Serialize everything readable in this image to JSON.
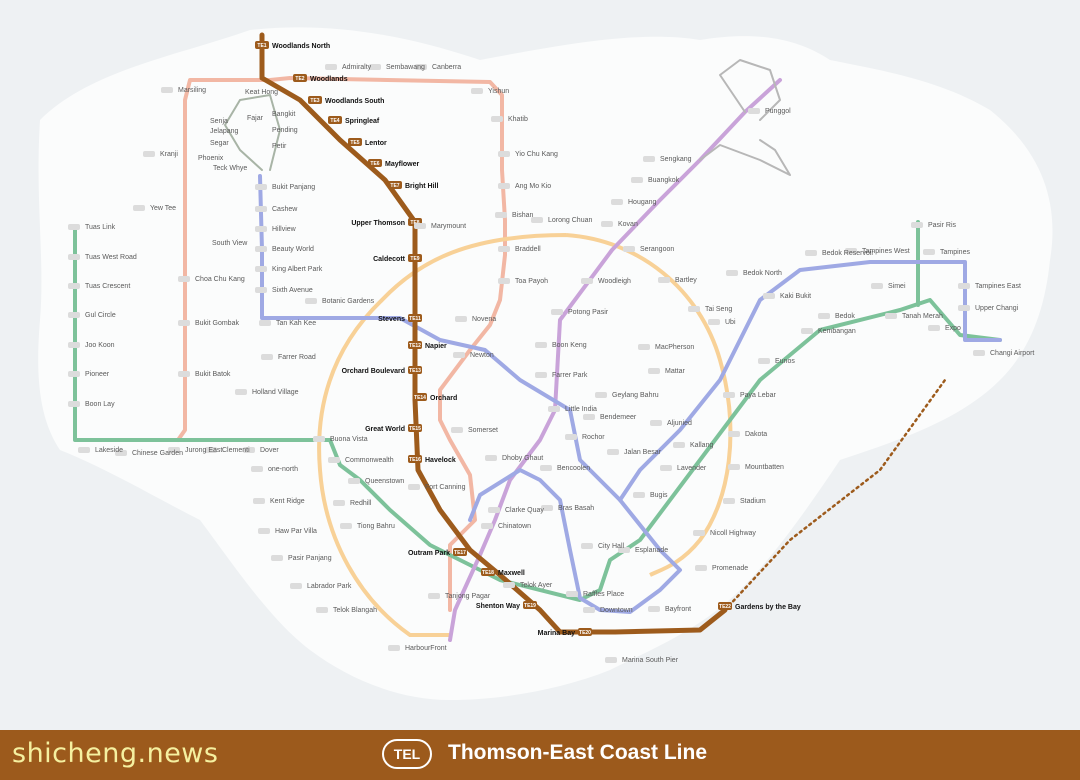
{
  "colors": {
    "tel": "#9d5b1c",
    "ew": "#7dc29a",
    "ns": "#f2b7a4",
    "ne": "#c9a3d9",
    "cc": "#f8d197",
    "dt": "#9fa9e4",
    "bp": "#a8b4a6",
    "sk_pg": "#b7b7b7",
    "land": "#fbfcfc",
    "sea": "#eef1f3"
  },
  "footer": {
    "watermark": "shicheng.news",
    "badge": "TEL",
    "line_name": "Thomson-East Coast Line"
  },
  "tel_stations": [
    {
      "code": "TE1",
      "name": "Woodlands North"
    },
    {
      "code": "TE2",
      "name": "Woodlands"
    },
    {
      "code": "TE3",
      "name": "Woodlands South"
    },
    {
      "code": "TE4",
      "name": "Springleaf"
    },
    {
      "code": "TE5",
      "name": "Lentor"
    },
    {
      "code": "TE6",
      "name": "Mayflower"
    },
    {
      "code": "TE7",
      "name": "Bright Hill"
    },
    {
      "code": "TE8",
      "name": "Upper Thomson"
    },
    {
      "code": "TE9",
      "name": "Caldecott"
    },
    {
      "code": "TE11",
      "name": "Stevens"
    },
    {
      "code": "TE12",
      "name": "Napier"
    },
    {
      "code": "TE13",
      "name": "Orchard Boulevard"
    },
    {
      "code": "TE14",
      "name": "Orchard"
    },
    {
      "code": "TE15",
      "name": "Great World"
    },
    {
      "code": "TE16",
      "name": "Havelock"
    },
    {
      "code": "TE17",
      "name": "Outram Park"
    },
    {
      "code": "TE18",
      "name": "Maxwell"
    },
    {
      "code": "TE19",
      "name": "Shenton Way"
    },
    {
      "code": "TE20",
      "name": "Marina Bay"
    },
    {
      "code": "TE22",
      "name": "Gardens by the Bay"
    }
  ],
  "other_stations": {
    "north": [
      "Marsiling",
      "Admiralty",
      "Sembawang",
      "Canberra",
      "Yishun",
      "Khatib",
      "Yio Chu Kang",
      "Ang Mo Kio",
      "Bishan",
      "Braddell",
      "Toa Payoh",
      "Novena",
      "Newton",
      "Somerset",
      "Dhoby Ghaut",
      "City Hall",
      "Raffles Place",
      "Marina South Pier",
      "Kranji",
      "Yew Tee",
      "Choa Chu Kang",
      "Bukit Gombak",
      "Bukit Batok",
      "Jurong East"
    ],
    "west": [
      "Tuas Link",
      "Tuas West Road",
      "Tuas Crescent",
      "Gul Circle",
      "Joo Koon",
      "Pioneer",
      "Boon Lay",
      "Lakeside",
      "Chinese Garden",
      "Clementi",
      "Dover",
      "Buona Vista",
      "Commonwealth",
      "Queenstown",
      "Redhill",
      "Tiong Bahru",
      "Tanjong Pagar",
      "Telok Ayer",
      "Downtown",
      "Bayfront"
    ],
    "circle": [
      "Marymount",
      "Lorong Chuan",
      "Serangoon",
      "Bartley",
      "Tai Seng",
      "MacPherson",
      "Paya Lebar",
      "Dakota",
      "Mountbatten",
      "Stadium",
      "Nicoll Highway",
      "Promenade",
      "Esplanade",
      "Bras Basah",
      "Bencoolen",
      "Fort Canning",
      "Clarke Quay",
      "Chinatown",
      "Botanic Gardens",
      "Farrer Road",
      "Holland Village",
      "one-north",
      "Kent Ridge",
      "Haw Par Villa",
      "Pasir Panjang",
      "Labrador Park",
      "Telok Blangah",
      "HarbourFront"
    ],
    "east": [
      "Bukit Panjang",
      "Cashew",
      "Hillview",
      "Beauty World",
      "King Albert Park",
      "Sixth Avenue",
      "Tan Kah Kee",
      "Potong Pasir",
      "Woodleigh",
      "Boon Keng",
      "Farrer Park",
      "Little India",
      "Rochor",
      "Jalan Besar",
      "Bendemeer",
      "Geylang Bahru",
      "Mattar",
      "Ubi",
      "Kaki Bukit",
      "Bedok North",
      "Bedok Reservoir",
      "Tampines West",
      "Tampines",
      "Tampines East",
      "Upper Changi",
      "Expo",
      "Changi Airport",
      "Simei",
      "Tanah Merah",
      "Bedok",
      "Kembangan",
      "Eunos",
      "Aljunied",
      "Kallang",
      "Lavender",
      "Bugis",
      "Pasir Ris",
      "Punggol",
      "Sengkang",
      "Buangkok",
      "Hougang",
      "Kovan"
    ]
  },
  "bplrt": [
    "Phoenix",
    "Teck Whye",
    "Keat Hong",
    "Senja",
    "Jelapang",
    "Segar",
    "Fajar",
    "Bangkit",
    "Pending",
    "Petir",
    "South View"
  ]
}
